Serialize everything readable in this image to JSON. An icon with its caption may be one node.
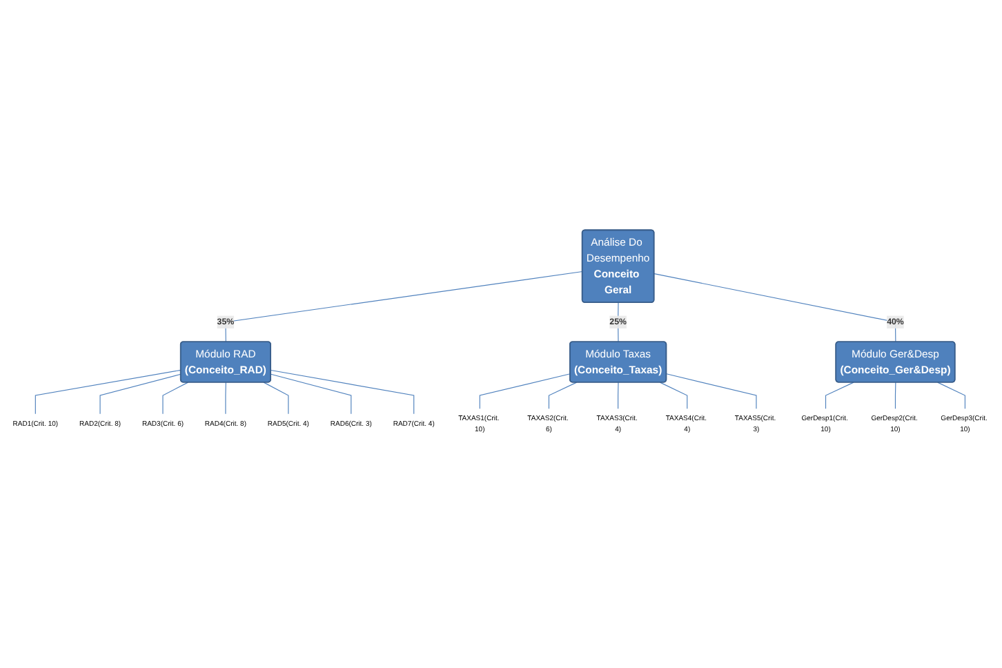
{
  "diagram": {
    "nodes": [
      {
        "text": [
          "Análise Do Desempenho",
          "Conceito Geral"
        ]
      },
      {
        "text": [
          "Módulo RAD",
          "(Conceito_RAD)"
        ]
      },
      {
        "text": [
          "Módulo Taxas",
          "(Conceito_Taxas)"
        ]
      },
      {
        "text": [
          "Módulo Ger&Desp",
          "(Conceito_Ger&Desp)"
        ]
      },
      {
        "text": [
          "RAD1(Crit. 10)"
        ]
      },
      {
        "text": [
          "RAD2(Crit. 8)"
        ]
      },
      {
        "text": [
          "RAD3(Crit. 6)"
        ]
      },
      {
        "text": [
          "RAD4(Crit. 8)"
        ]
      },
      {
        "text": [
          "RAD5(Crit. 4)"
        ]
      },
      {
        "text": [
          "RAD6(Crit. 3)"
        ]
      },
      {
        "text": [
          "RAD7(Crit. 4)"
        ]
      },
      {
        "text": [
          "TAXAS1(Crit. 10)"
        ]
      },
      {
        "text": [
          "TAXAS2(Crit. 6)"
        ]
      },
      {
        "text": [
          "TAXAS3(Crit. 4)"
        ]
      },
      {
        "text": [
          "TAXAS4(Crit. 4)"
        ]
      },
      {
        "text": [
          "TAXAS5(Crit. 3)"
        ]
      },
      {
        "text": [
          "GerDesp1(Crit. 10)"
        ]
      },
      {
        "text": [
          "GerDesp2(Crit. 10)"
        ]
      },
      {
        "text": [
          "GerDesp3(Crit. 10)"
        ]
      }
    ],
    "edges": [
      {
        "from": 0,
        "to": 1,
        "arrow": "none",
        "label": "35%"
      },
      {
        "from": 0,
        "to": 2,
        "arrow": "none",
        "label": "25%"
      },
      {
        "from": 0,
        "to": 3,
        "arrow": "none",
        "label": "40%"
      },
      {
        "from": 1,
        "to": 4,
        "arrow": "none"
      },
      {
        "from": 1,
        "to": 5,
        "arrow": "none"
      },
      {
        "from": 1,
        "to": 6,
        "arrow": "none"
      },
      {
        "from": 1,
        "to": 7,
        "arrow": "none"
      },
      {
        "from": 1,
        "to": 8,
        "arrow": "none"
      },
      {
        "from": 1,
        "to": 9,
        "arrow": "none"
      },
      {
        "from": 1,
        "to": 10,
        "arrow": "none"
      },
      {
        "from": 2,
        "to": 11,
        "arrow": "none"
      },
      {
        "from": 2,
        "to": 12,
        "arrow": "none"
      },
      {
        "from": 2,
        "to": 13,
        "arrow": "none"
      },
      {
        "from": 2,
        "to": 14,
        "arrow": "none"
      },
      {
        "from": 2,
        "to": 15,
        "arrow": "none"
      },
      {
        "from": 3,
        "to": 16,
        "arrow": "none"
      },
      {
        "from": 3,
        "to": 17,
        "arrow": "none"
      },
      {
        "from": 3,
        "to": 18,
        "arrow": "none"
      }
    ]
  }
}
